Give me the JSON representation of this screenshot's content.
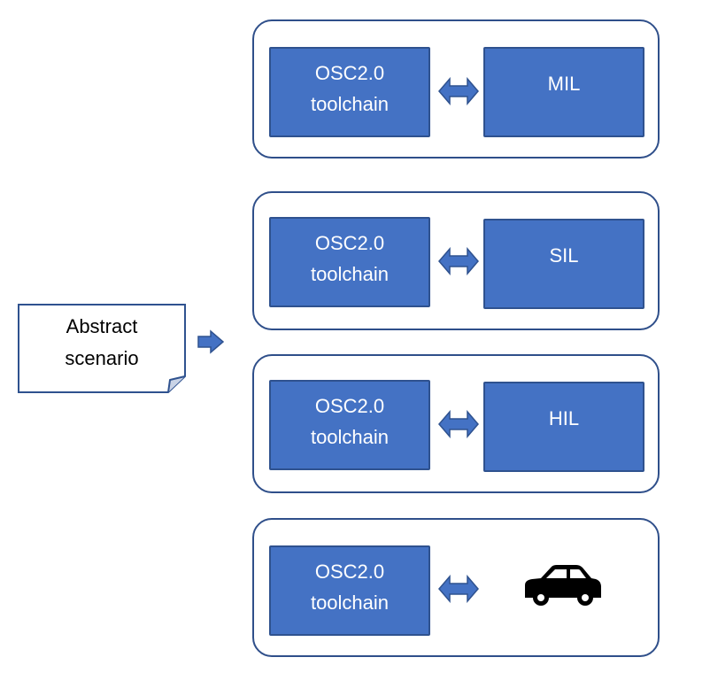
{
  "colors": {
    "box_fill": "#4472c4",
    "box_border": "#2f528f",
    "group_border": "#2f4f8a",
    "text_light": "#ffffff",
    "text_dark": "#000000"
  },
  "source": {
    "line1": "Abstract",
    "line2": "scenario"
  },
  "groups": [
    {
      "left_line1": "OSC2.0",
      "left_line2": "toolchain",
      "right_label": "MIL"
    },
    {
      "left_line1": "OSC2.0",
      "left_line2": "toolchain",
      "right_label": "SIL"
    },
    {
      "left_line1": "OSC2.0",
      "left_line2": "toolchain",
      "right_label": "HIL"
    },
    {
      "left_line1": "OSC2.0",
      "left_line2": "toolchain",
      "right_icon": "car-icon"
    }
  ]
}
